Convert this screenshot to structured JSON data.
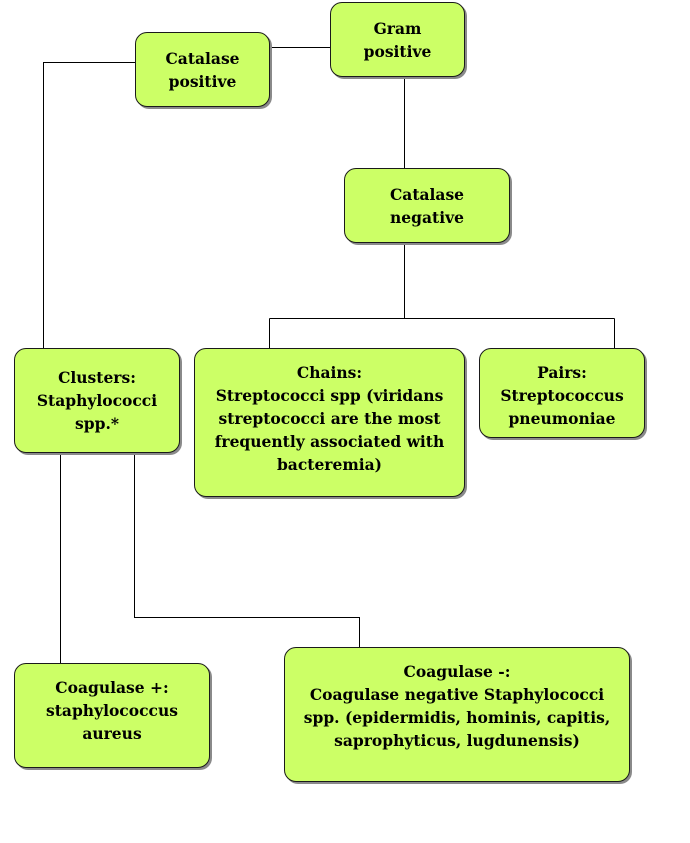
{
  "nodes": {
    "gram_positive": {
      "lines": [
        "Gram",
        "positive"
      ]
    },
    "catalase_positive": {
      "lines": [
        "Catalase",
        "positive"
      ]
    },
    "catalase_negative": {
      "lines": [
        "Catalase",
        "negative"
      ]
    },
    "clusters": {
      "lines": [
        "Clusters:",
        "Staphylococci",
        "spp.*"
      ]
    },
    "chains": {
      "lines": [
        "Chains:",
        "Streptococci spp (viridans",
        "streptococci are the most",
        "frequently associated with",
        "bacteremia)"
      ]
    },
    "pairs": {
      "lines": [
        "Pairs:",
        "Streptococcus",
        "pneumoniae"
      ]
    },
    "coagulase_positive": {
      "lines": [
        "Coagulase +:",
        "staphylococcus",
        "aureus"
      ]
    },
    "coagulase_negative": {
      "lines": [
        "Coagulase -:",
        "Coagulase negative Staphylococci",
        "spp. (epidermidis, hominis, capitis,",
        "saprophyticus, lugdunensis)"
      ]
    }
  },
  "colors": {
    "box_fill": "#ccff66",
    "box_border": "#1a1a1a",
    "connector": "#000000"
  }
}
